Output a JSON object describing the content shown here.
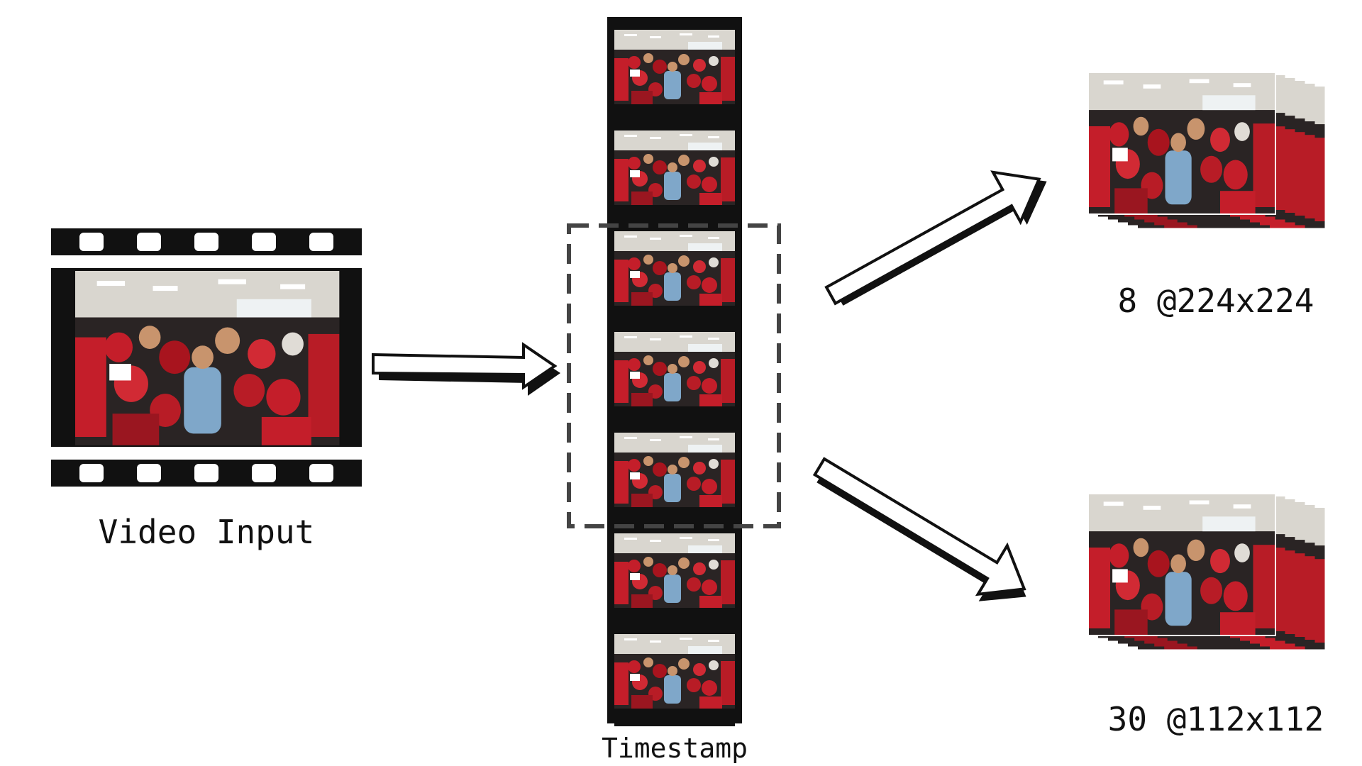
{
  "labels": {
    "video_input": "Video Input",
    "timestamp": "Timestamp",
    "output_top": "8 @224x224",
    "output_bottom": "30 @112x112"
  },
  "colors": {
    "ink": "#111111",
    "scene_red": "#c41e2a",
    "scene_dark": "#2a2424",
    "scene_ceiling": "#d9d6cf",
    "scene_shirt_blue": "#7fa7c9",
    "scene_skin": "#c8946d",
    "bracket": "#444444"
  },
  "icons": {
    "film_strip": "film-strip-icon",
    "arrow": "right-arrow-icon"
  }
}
